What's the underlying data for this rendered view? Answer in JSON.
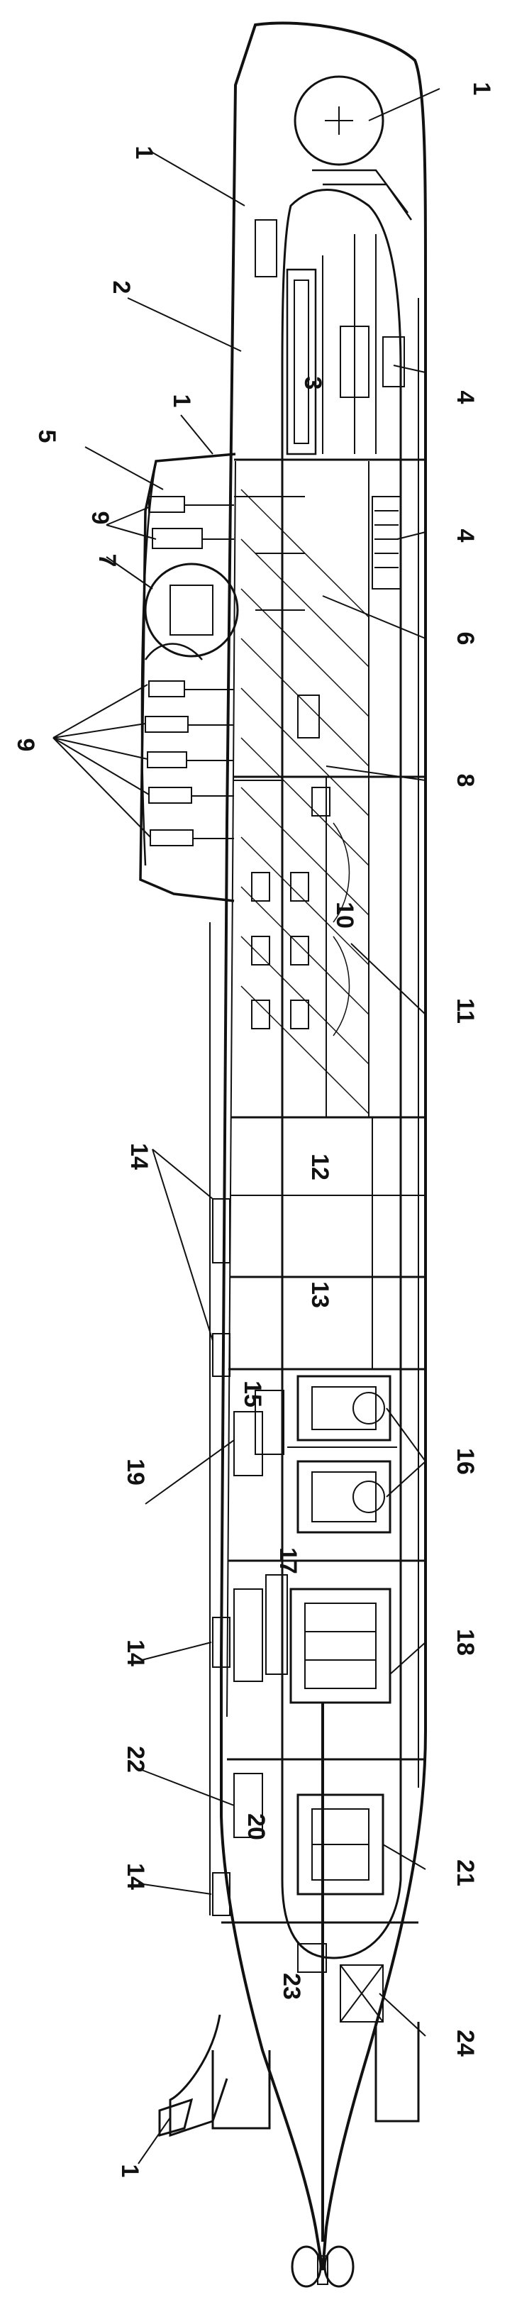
{
  "labels": {
    "l1a": "1",
    "l1b": "1",
    "l1c": "1",
    "l1d": "1",
    "l2": "2",
    "l3": "3",
    "l4a": "4",
    "l4b": "4",
    "l5": "5",
    "l6": "6",
    "l7": "7",
    "l8": "8",
    "l9a": "9",
    "l9b": "9",
    "l10": "10",
    "l11": "11",
    "l12": "12",
    "l13": "13",
    "l14a": "14",
    "l14b": "14",
    "l14c": "14",
    "l15": "15",
    "l16": "16",
    "l17": "17",
    "l18": "18",
    "l19": "19",
    "l20": "20",
    "l21": "21",
    "l22": "22",
    "l23": "23",
    "l24": "24"
  }
}
